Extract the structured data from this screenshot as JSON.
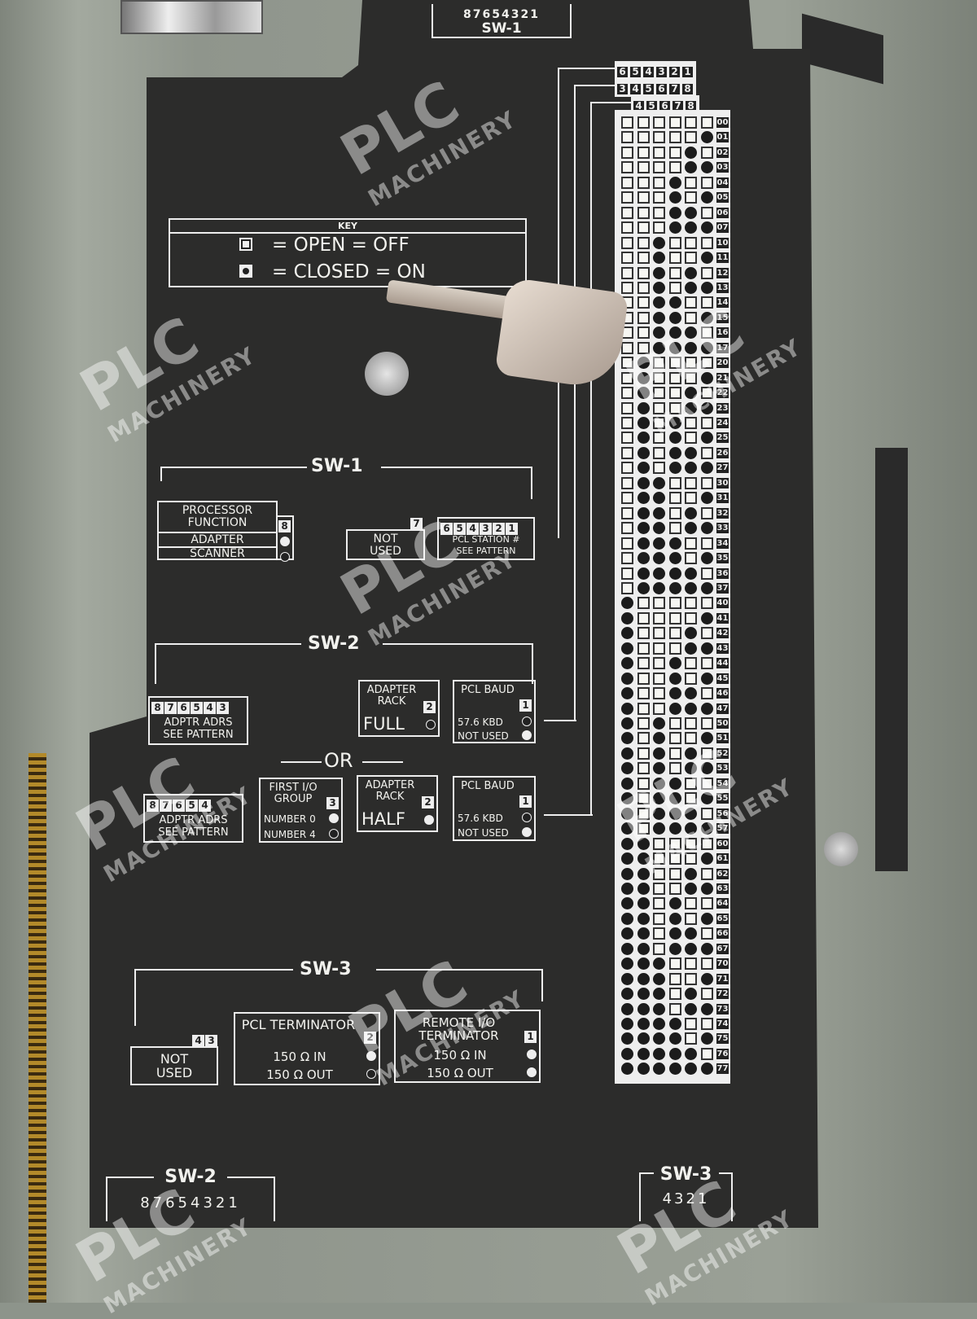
{
  "top_label": {
    "digits": "87654321",
    "name": "SW-1"
  },
  "header_groups": [
    {
      "digits": [
        "6",
        "5",
        "4",
        "3",
        "2",
        "1"
      ]
    },
    {
      "digits": [
        "3",
        "4",
        "5",
        "6",
        "7",
        "8"
      ]
    },
    {
      "digits": [
        "4",
        "5",
        "6",
        "7",
        "8"
      ]
    }
  ],
  "key": {
    "title": "KEY",
    "open": "= OPEN = OFF",
    "closed": "= CLOSED = ON"
  },
  "sw1": {
    "title": "SW-1",
    "processor_function": "PROCESSOR FUNCTION",
    "switch8": "8",
    "adapter": "ADAPTER",
    "scanner": "SCANNER",
    "switch7": "7",
    "not_used": "NOT USED",
    "station_digits": [
      "6",
      "5",
      "4",
      "3",
      "2",
      "1"
    ],
    "pcl_station": "PCL STATION #",
    "see_pattern": "SEE PATTERN"
  },
  "sw2": {
    "title": "SW-2",
    "or": "OR",
    "adptr_full_digits": [
      "8",
      "7",
      "6",
      "5",
      "4",
      "3"
    ],
    "adptr_half_digits": [
      "8",
      "7",
      "6",
      "5",
      "4"
    ],
    "adptr_adrs": "ADPTR ADRS",
    "see_pattern": "SEE PATTERN",
    "adapter_rack": "ADAPTER RACK",
    "switch2": "2",
    "full": "FULL",
    "half": "HALF",
    "pcl_baud": "PCL BAUD",
    "switch1": "1",
    "baud": "57.6 KBD",
    "not_used": "NOT USED",
    "first_io_group": "FIRST I/O GROUP",
    "switch3": "3",
    "number0": "NUMBER 0",
    "number4": "NUMBER 4"
  },
  "sw3": {
    "title": "SW-3",
    "digits": [
      "4",
      "3"
    ],
    "not_used": "NOT USED",
    "pcl_terminator": "PCL TERMINATOR",
    "switch2": "2",
    "in": "150 Ω IN",
    "out": "150 Ω OUT",
    "remote_terminator": "REMOTE I/O TERMINATOR",
    "switch1": "1"
  },
  "bottom_left": {
    "name": "SW-2",
    "digits": "87654321"
  },
  "bottom_right": {
    "name": "SW-3",
    "digits": "4321"
  },
  "pattern_rows": [
    "00",
    "01",
    "02",
    "03",
    "04",
    "05",
    "06",
    "07",
    "10",
    "11",
    "12",
    "13",
    "14",
    "15",
    "16",
    "17",
    "20",
    "21",
    "22",
    "23",
    "24",
    "25",
    "26",
    "27",
    "30",
    "31",
    "32",
    "33",
    "34",
    "35",
    "36",
    "37",
    "40",
    "41",
    "42",
    "43",
    "44",
    "45",
    "46",
    "47",
    "50",
    "51",
    "52",
    "53",
    "54",
    "55",
    "56",
    "57",
    "60",
    "61",
    "62",
    "63",
    "64",
    "65",
    "66",
    "67",
    "70",
    "71",
    "72",
    "73",
    "74",
    "75",
    "76",
    "77"
  ],
  "watermark": {
    "logo": "PLC",
    "text": "MACHINERY"
  },
  "colors": {
    "panel": "#2c2c2b",
    "metal": "#8d948b",
    "print": "#eeeeee"
  }
}
